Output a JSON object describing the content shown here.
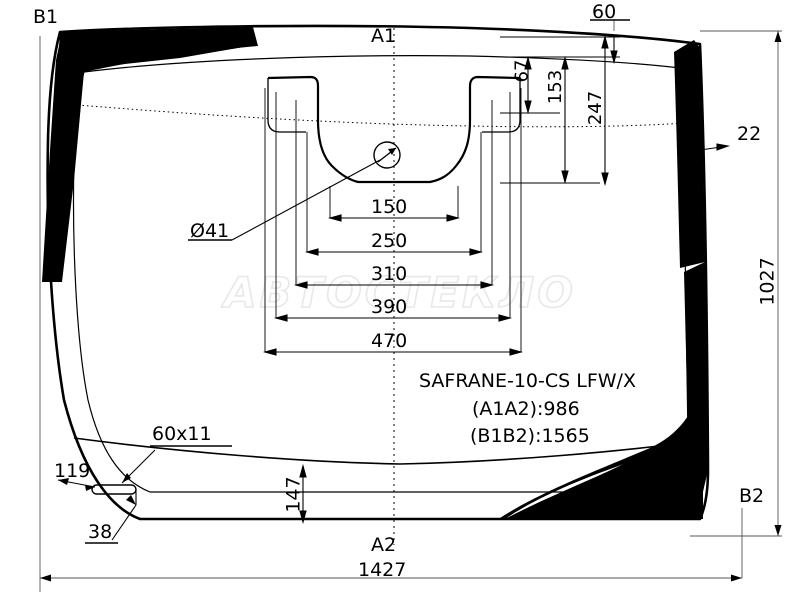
{
  "document": {
    "type": "windshield-technical-drawing",
    "watermark": "АВТОСТЕКЛО"
  },
  "part": {
    "code": "SAFRANE-10-CS LFW/X",
    "a1a2": "(A1A2):986",
    "b1b2": "(B1B2):1565"
  },
  "corners": {
    "b1": "B1",
    "a1": "A1",
    "b2": "B2",
    "a2": "A2"
  },
  "dimensions": {
    "overall_width": "1427",
    "overall_height": "1027",
    "top_offset": "60",
    "right_edge": "22",
    "bracket_top": "67",
    "bracket_mid": "153",
    "bracket_bottom": "247",
    "stack_150": "150",
    "stack_250": "250",
    "stack_310": "310",
    "stack_390": "390",
    "stack_470": "470",
    "hole_dia": "Ø41",
    "pad_size": "60x11",
    "pad_offset": "119",
    "pad_drop": "38",
    "bottom_band": "147"
  },
  "colors": {
    "line": "#000000",
    "frit": "#000000",
    "watermark": "#eeeeee",
    "thin": "#1a1a1a"
  }
}
